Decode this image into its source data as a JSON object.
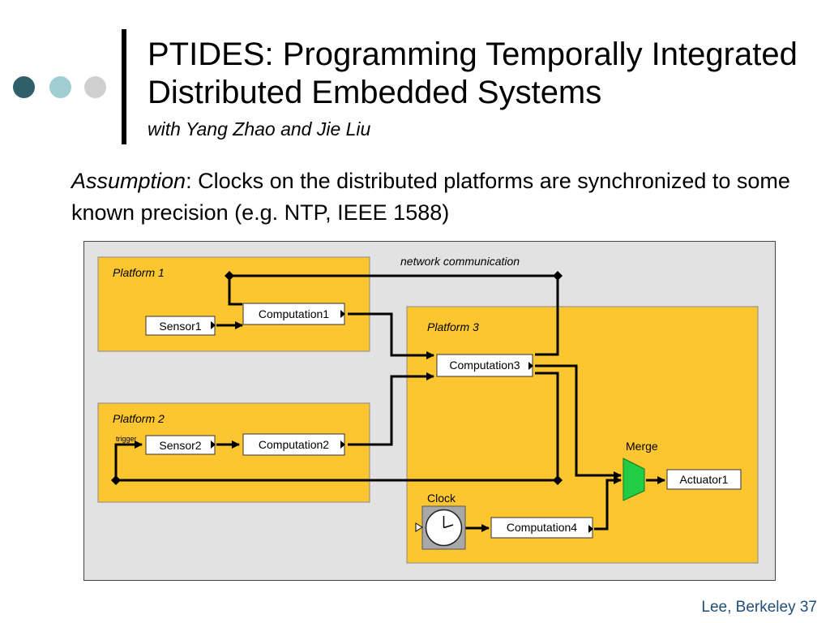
{
  "slide": {
    "title": "PTIDES: Programming Temporally Integrated Distributed Embedded Systems",
    "subtitle": "with Yang Zhao and Jie Liu",
    "assumption_label": "Assumption",
    "assumption_text": ": Clocks on the distributed platforms are synchronized to some known precision (e.g. NTP, IEEE 1588)",
    "footer": "Lee, Berkeley 37"
  },
  "decor": {
    "dot_colors": [
      "#2f6069",
      "#9fcdd2",
      "#cfcfcf"
    ]
  },
  "diagram": {
    "network_label": "network communication",
    "platforms": [
      "Platform 1",
      "Platform 2",
      "Platform 3"
    ],
    "actors": {
      "sensor1": "Sensor1",
      "sensor2": "Sensor2",
      "computation1": "Computation1",
      "computation2": "Computation2",
      "computation3": "Computation3",
      "computation4": "Computation4",
      "actuator1": "Actuator1",
      "merge": "Merge",
      "clock": "Clock",
      "trigger": "trigger"
    },
    "colors": {
      "platform_fill": "#fcc630",
      "canvas_fill": "#e2e2e2",
      "merge_fill": "#22cc44"
    }
  }
}
